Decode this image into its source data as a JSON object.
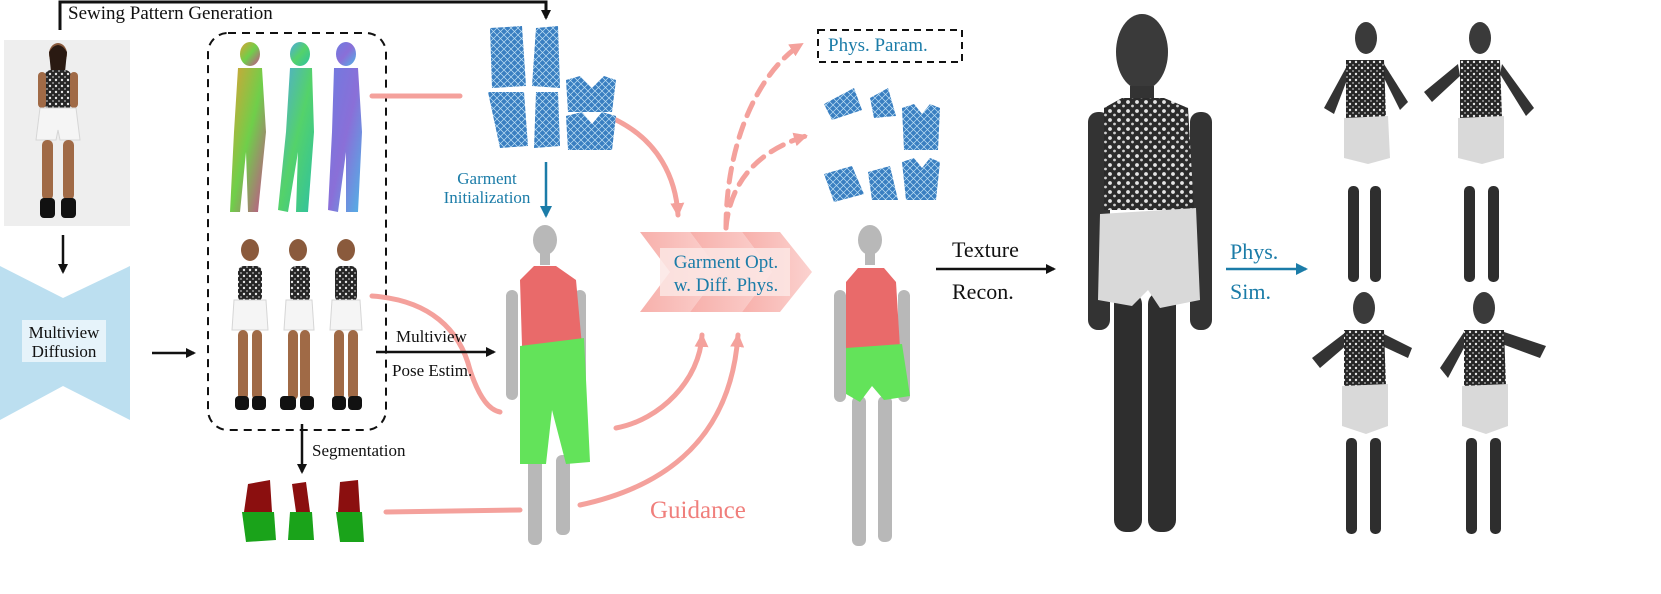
{
  "labels": {
    "sewing_pattern_generation": "Sewing Pattern Generation",
    "multiview_diffusion_line1": "Multiview",
    "multiview_diffusion_line2": "Diffusion",
    "garment_init_line1": "Garment",
    "garment_init_line2": "Initialization",
    "multiview_pose_line1": "Multiview",
    "multiview_pose_line2": "Pose Estim.",
    "segmentation": "Segmentation",
    "garment_opt_line1": "Garment Opt.",
    "garment_opt_line2": "w. Diff. Phys.",
    "phys_param": "Phys. Param.",
    "guidance": "Guidance",
    "texture_line1": "Texture",
    "texture_line2": "Recon.",
    "phys_sim_line1": "Phys.",
    "phys_sim_line2": "Sim."
  },
  "colors": {
    "black_arrow": "#111111",
    "blue_text": "#1b7ca8",
    "pink_guidance": "#f4a19c",
    "diffusion_block": "#bcdff0",
    "pattern_blue": "#3a7fc1",
    "shirt_red": "#e96a6a",
    "shorts_green": "#63e35a",
    "seg_red": "#8b0f0f",
    "seg_green": "#1aa31a",
    "mannequin_gray": "#b8b8b8",
    "dark_mannequin": "#3a3a3a"
  },
  "icons": {
    "input_photo": "woman-photo-icon",
    "normal_maps": "normal-map-figure-icon",
    "multiview_images": "woman-figure-icon",
    "segmentation_masks": "segmentation-mask-icon",
    "sewing_patterns": "sewing-pattern-icon",
    "garment_mannequin": "garment-mannequin-icon",
    "textured_mannequin": "textured-mannequin-icon",
    "simulated_mannequins": "posed-mannequin-icon"
  }
}
